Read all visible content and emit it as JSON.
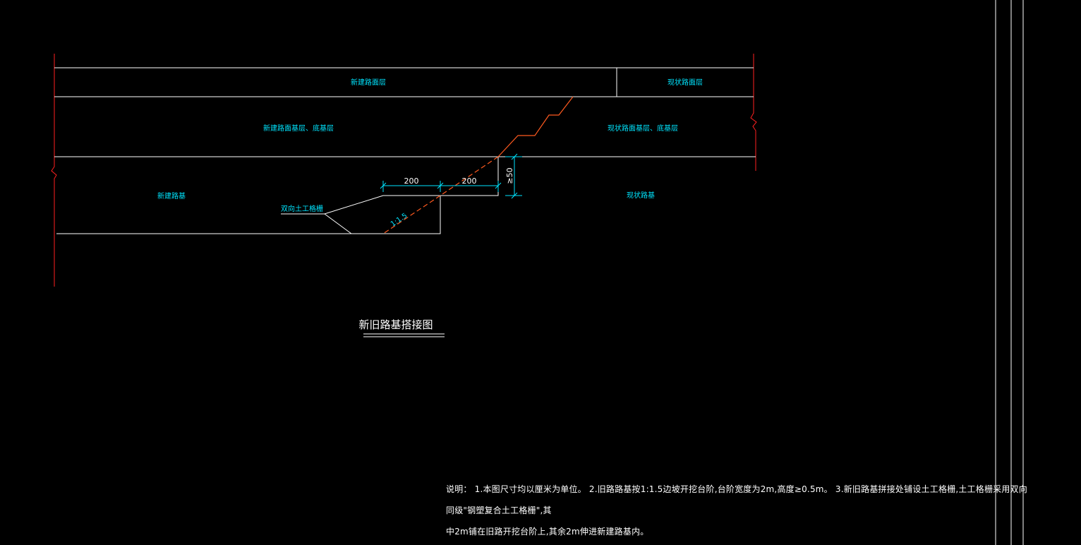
{
  "colors": {
    "background": "#000000",
    "structure_line": "#ffffff",
    "break_line": "#ff2020",
    "slope_line": "#ff5a1f",
    "label_cyan": "#00e5ff",
    "dimension": "#00e5ff"
  },
  "labels": {
    "new_surface": "新建路面层",
    "existing_surface": "现状路面层",
    "new_base": "新建路面基层、底基层",
    "existing_base": "现状路面基层、底基层",
    "new_subgrade": "新建路基",
    "existing_subgrade": "现状路基",
    "geogrid": "双向土工格栅"
  },
  "dimensions": {
    "width_left": "200",
    "width_right": "200",
    "height": "≥50",
    "slope": "1:1.5"
  },
  "title": "新旧路基搭接图",
  "notes": {
    "line1": "说明：  1.本图尺寸均以厘米为单位。  2.旧路路基按1:1.5边坡开挖台阶,台阶宽度为2m,高度≥0.5m。  3.新旧路基拼接处铺设土工格栅,土工格栅采用双向同级\"钢塑复合土工格栅\",其",
    "line2": "中2m铺在旧路开挖台阶上,其余2m伸进新建路基内。"
  }
}
